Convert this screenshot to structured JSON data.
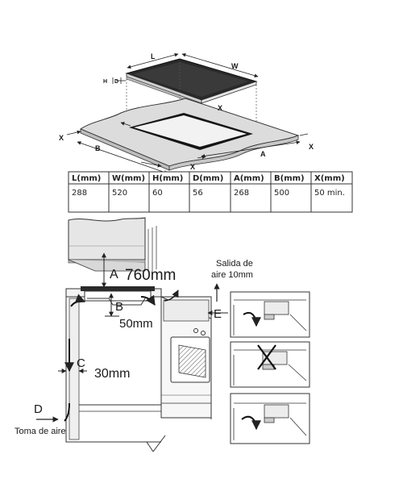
{
  "top_drawing": {
    "labels": {
      "L": "L",
      "W": "W",
      "H": "H",
      "D": "D",
      "X_left": "X",
      "B": "B",
      "X_bottom": "X",
      "A": "A",
      "X_right": "X",
      "X_right2": "X"
    }
  },
  "table": {
    "headers": [
      "L(mm)",
      "W(mm)",
      "H(mm)",
      "D(mm)",
      "A(mm)",
      "B(mm)",
      "X(mm)"
    ],
    "values": [
      "288",
      "520",
      "60",
      "56",
      "268",
      "500",
      "50 min."
    ]
  },
  "install": {
    "A_letter": "A",
    "A_value": "760mm",
    "B_letter": "B",
    "B_value": "50mm",
    "C_letter": "C",
    "C_value": "30mm",
    "D_letter": "D",
    "D_caption": "Toma de aire",
    "E_letter": "E",
    "E_caption_line1": "Salida de",
    "E_caption_line2": "aire 10mm"
  }
}
